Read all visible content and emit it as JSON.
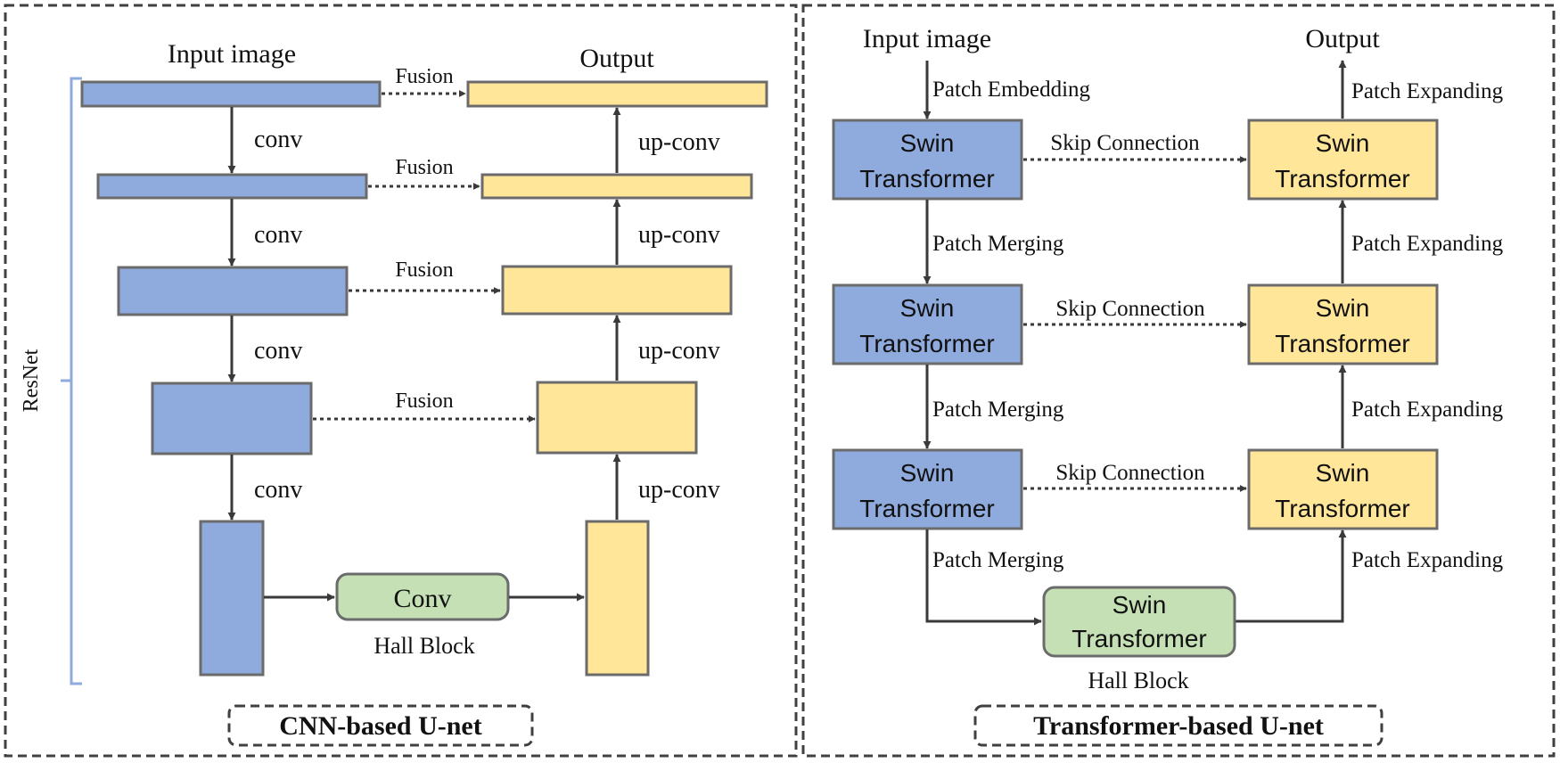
{
  "colors": {
    "blue_fill": "#8FAADC",
    "yellow_fill": "#FFE699",
    "green_fill": "#C5E0B4",
    "box_stroke": "#6B6B6B",
    "arrow": "#3A3A3A",
    "bracket": "#8FAADC",
    "frame": "#404040"
  },
  "cnn": {
    "input_label": "Input image",
    "output_label": "Output",
    "resnet_label": "ResNet",
    "fusion_labels": [
      "Fusion",
      "Fusion",
      "Fusion",
      "Fusion"
    ],
    "conv_labels": [
      "conv",
      "conv",
      "conv",
      "conv"
    ],
    "upconv_labels": [
      "up-conv",
      "up-conv",
      "up-conv",
      "up-conv"
    ],
    "bottleneck_label": "Conv",
    "hall_block_label": "Hall Block",
    "title": "CNN-based U-net"
  },
  "transformer": {
    "input_label": "Input image",
    "output_label": "Output",
    "block_line1": "Swin",
    "block_line2": "Transformer",
    "patch_embedding": "Patch Embedding",
    "patch_merging_labels": [
      "Patch Merging",
      "Patch Merging",
      "Patch Merging"
    ],
    "patch_expanding_labels": [
      "Patch Expanding",
      "Patch Expanding",
      "Patch Expanding",
      "Patch Expanding"
    ],
    "skip_labels": [
      "Skip Connection",
      "Skip Connection",
      "Skip Connection"
    ],
    "hall_block_label": "Hall Block",
    "title": "Transformer-based U-net"
  }
}
